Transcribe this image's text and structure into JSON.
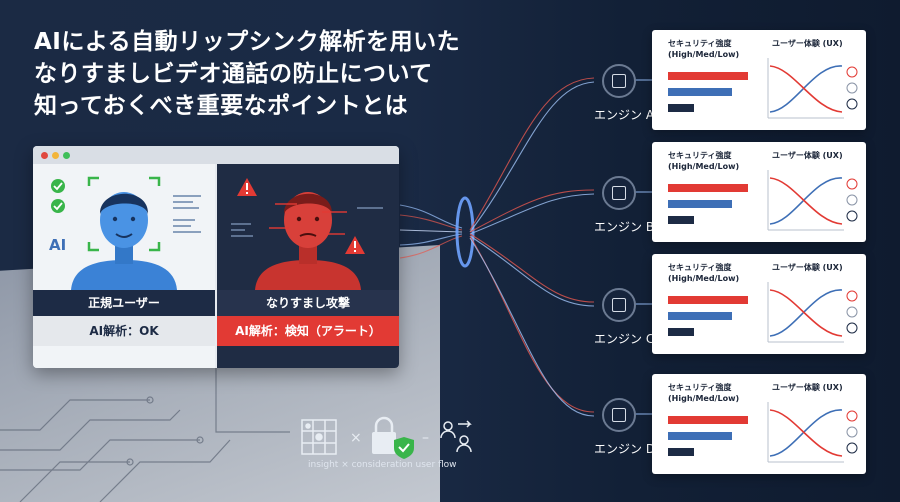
{
  "title": {
    "lines": [
      "AIによる自動リップシンク解析を用いた",
      "なりすましビデオ通話の防止について",
      "知っておくべき重要なポイントとは"
    ]
  },
  "comparison": {
    "legit": {
      "label": "正規ユーザー",
      "status": "AI解析：OK",
      "badge": "AI"
    },
    "attack": {
      "label": "なりすまし攻撃",
      "status": "AI解析：検知（アラート）"
    }
  },
  "engines": [
    {
      "name": "エンジン A",
      "security_header": "セキュリティ強度\n(High/Med/Low)",
      "ux_header": "ユーザー体験 (UX)"
    },
    {
      "name": "エンジン B",
      "security_header": "セキュリティ強度\n(High/Med/Low)",
      "ux_header": "ユーザー体験 (UX)"
    },
    {
      "name": "エンジン C",
      "security_header": "セキュリティ強度\n(High/Med/Low)",
      "ux_header": "ユーザー体験 (UX)"
    },
    {
      "name": "エンジン D",
      "security_header": "セキュリティ強度\n(High/Med/Low)",
      "ux_header": "ユーザー体験 (UX)"
    }
  ],
  "pipeline": {
    "labels": "insight × consideration     user flow",
    "operator": "×",
    "dash": "–"
  },
  "colors": {
    "red": "#e23a34",
    "blue": "#3e6fb6",
    "navy": "#1d2b45",
    "face_blue": "#3b82d6"
  }
}
